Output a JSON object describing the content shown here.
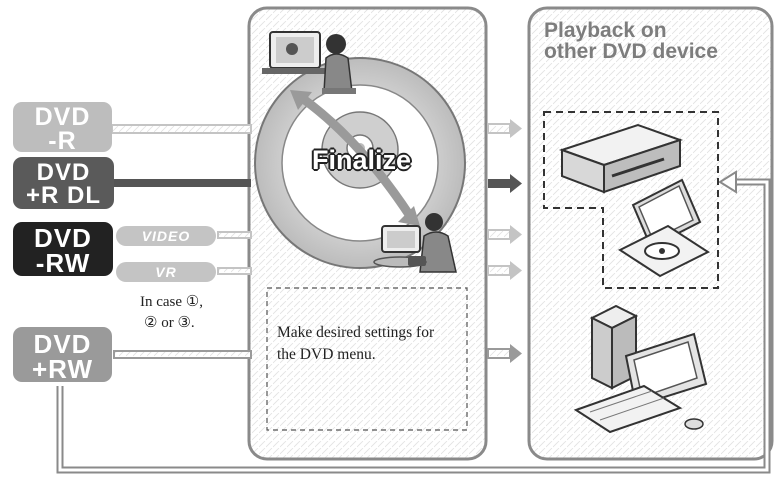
{
  "badges": {
    "dvd_r": {
      "line1": "DVD",
      "line2": "-R"
    },
    "dvd_rdl": {
      "line1": "DVD",
      "line2": "+R DL"
    },
    "dvd_rw": {
      "line1": "DVD",
      "line2": "-RW"
    },
    "dvd_prw": {
      "line1": "DVD",
      "line2": "+RW"
    }
  },
  "modes": {
    "video": "VIDEO",
    "vr": "VR"
  },
  "case_note": {
    "line1": "In case ①,",
    "line2": "② or ③."
  },
  "disc_label": "Finalize",
  "menu_note": {
    "line1": "Make desired settings for",
    "line2": "the DVD menu."
  },
  "playback_title": {
    "line1": "Playback on",
    "line2": "other DVD device"
  },
  "colors": {
    "panel_border": "#8a8a8a",
    "dark_badge": "#222222",
    "mid_badge": "#5a5a5a",
    "light_badge": "#bdbdbd",
    "arrow": "#b8b8b8",
    "dark_arrow": "#555555"
  }
}
